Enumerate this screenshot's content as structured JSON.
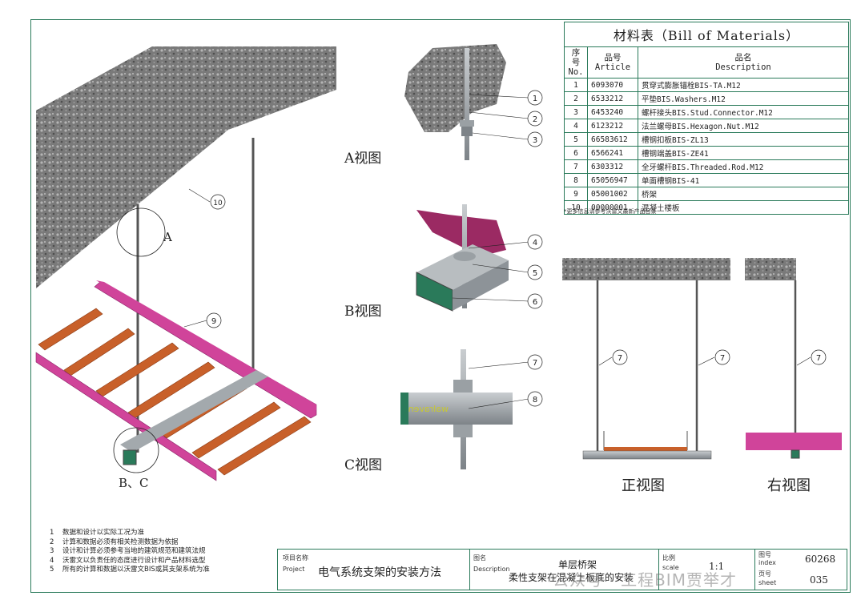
{
  "views": {
    "a": "A视图",
    "b": "B视图",
    "c": "C视图",
    "front": "正视图",
    "right": "右视图"
  },
  "detail_markers": {
    "a": "A",
    "bc": "B、C"
  },
  "callouts": {
    "c1": "1",
    "c2": "2",
    "c3": "3",
    "c4": "4",
    "c5": "5",
    "c6": "6",
    "c7a": "7",
    "c7b": "7",
    "c7c": "7",
    "c7d": "7",
    "c8": "8",
    "c9": "9",
    "c10": "10"
  },
  "bom": {
    "title": "材料表（Bill of Materials）",
    "headers": {
      "no_cn": "序号",
      "no_en": "No.",
      "article_cn": "品号",
      "article_en": "Article",
      "desc_cn": "品名",
      "desc_en": "Description"
    },
    "rows": [
      {
        "no": "1",
        "article": "6093070",
        "desc": "贯穿式膨胀锚栓BIS-TA.M12"
      },
      {
        "no": "2",
        "article": "6533212",
        "desc": "平垫BIS.Washers.M12"
      },
      {
        "no": "3",
        "article": "6453240",
        "desc": "螺杆接头BIS.Stud.Connector.M12"
      },
      {
        "no": "4",
        "article": "6123212",
        "desc": "法兰螺母BIS.Hexagon.Nut.M12"
      },
      {
        "no": "5",
        "article": "66583612",
        "desc": "槽钢扣板BIS-ZL13"
      },
      {
        "no": "6",
        "article": "6566241",
        "desc": "槽钢端盖BIS-ZE41"
      },
      {
        "no": "7",
        "article": "6303312",
        "desc": "全牙螺杆BIS.Threaded.Rod.M12"
      },
      {
        "no": "8",
        "article": "65056947",
        "desc": "单面槽钢BIS-41"
      },
      {
        "no": "9",
        "article": "05001002",
        "desc": "桥架"
      },
      {
        "no": "10",
        "article": "00000001",
        "desc": "混凝土楼板"
      }
    ],
    "footnote": "*更多信息请参考沃雷文最新产品目录"
  },
  "notes": [
    {
      "num": "1",
      "text": "数据和设计以实际工况为准"
    },
    {
      "num": "2",
      "text": "计算和数据必须有相关检测数据为依据"
    },
    {
      "num": "3",
      "text": "设计和计算必须参考当地的建筑规范和建筑法规"
    },
    {
      "num": "4",
      "text": "沃雷文以负责任的态度进行设计和产品材料选型"
    },
    {
      "num": "5",
      "text": "所有的计算和数据以沃雷文BIS或其支架系统为准"
    }
  ],
  "title_block": {
    "project_cn": "项目名称",
    "project_en": "Project",
    "project_value": "电气系统支架的安装方法",
    "desc_cn": "图名",
    "desc_en": "Description",
    "desc_line1": "单层桥架",
    "desc_line2": "柔性支架在混凝土板底的安装",
    "scale_cn": "比例",
    "scale_en": "scale",
    "scale_value": "1:1",
    "index_cn": "图号",
    "index_en": "index",
    "index_value": "60268",
    "sheet_cn": "页号",
    "sheet_en": "sheet",
    "sheet_value": "035"
  },
  "channel_brand": "walraven",
  "watermark": "公众号 · 工程BIM贾举才",
  "colors": {
    "frame": "#2a7a5a",
    "tray_side": "#d0449a",
    "tray_rung": "#c8602a",
    "steel": "#8d9398",
    "concrete": "#7c7c7c"
  }
}
